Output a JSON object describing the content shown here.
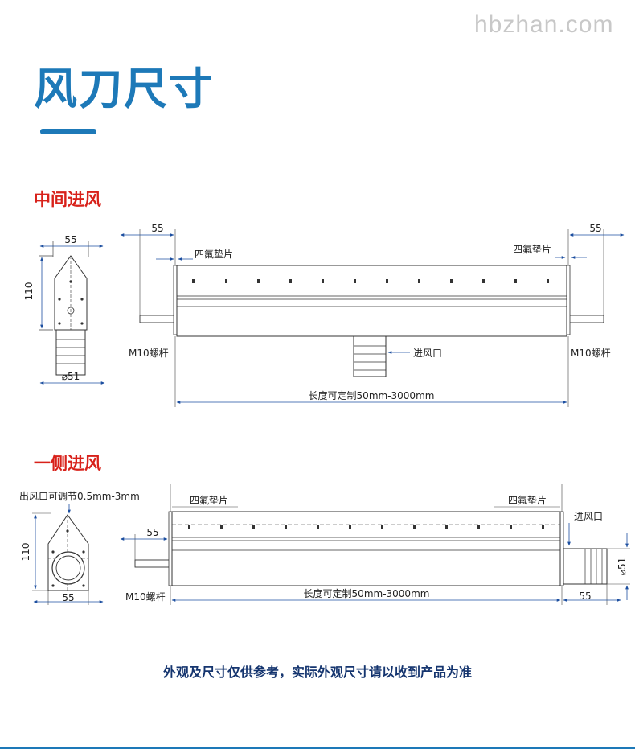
{
  "watermark": "hbzhan.com",
  "page_title": "风刀尺寸",
  "section_middle": {
    "title": "中间进风",
    "side_dim_width": "55",
    "side_dim_height": "110",
    "side_dim_diameter": "51",
    "front_dim_left": "55",
    "front_dim_right": "55",
    "gasket_left": "四氟垫片",
    "gasket_right": "四氟垫片",
    "rod_left": "M10螺杆",
    "rod_right": "M10螺杆",
    "inlet": "进风口",
    "length": "长度可定制50mm-3000mm"
  },
  "section_side": {
    "title": "一侧进风",
    "slot_note": "出风口可调节0.5mm-3mm",
    "side_dim_height": "110",
    "side_dim_width": "55",
    "front_dim_left": "55",
    "gasket_left": "四氟垫片",
    "gasket_right": "四氟垫片",
    "inlet": "进风口",
    "diameter": "51",
    "rod_left": "M10螺杆",
    "length": "长度可定制50mm-3000mm",
    "front_dim_right": "55"
  },
  "footer_note": "外观及尺寸仅供参考，实际外观尺寸请以收到产品为准"
}
